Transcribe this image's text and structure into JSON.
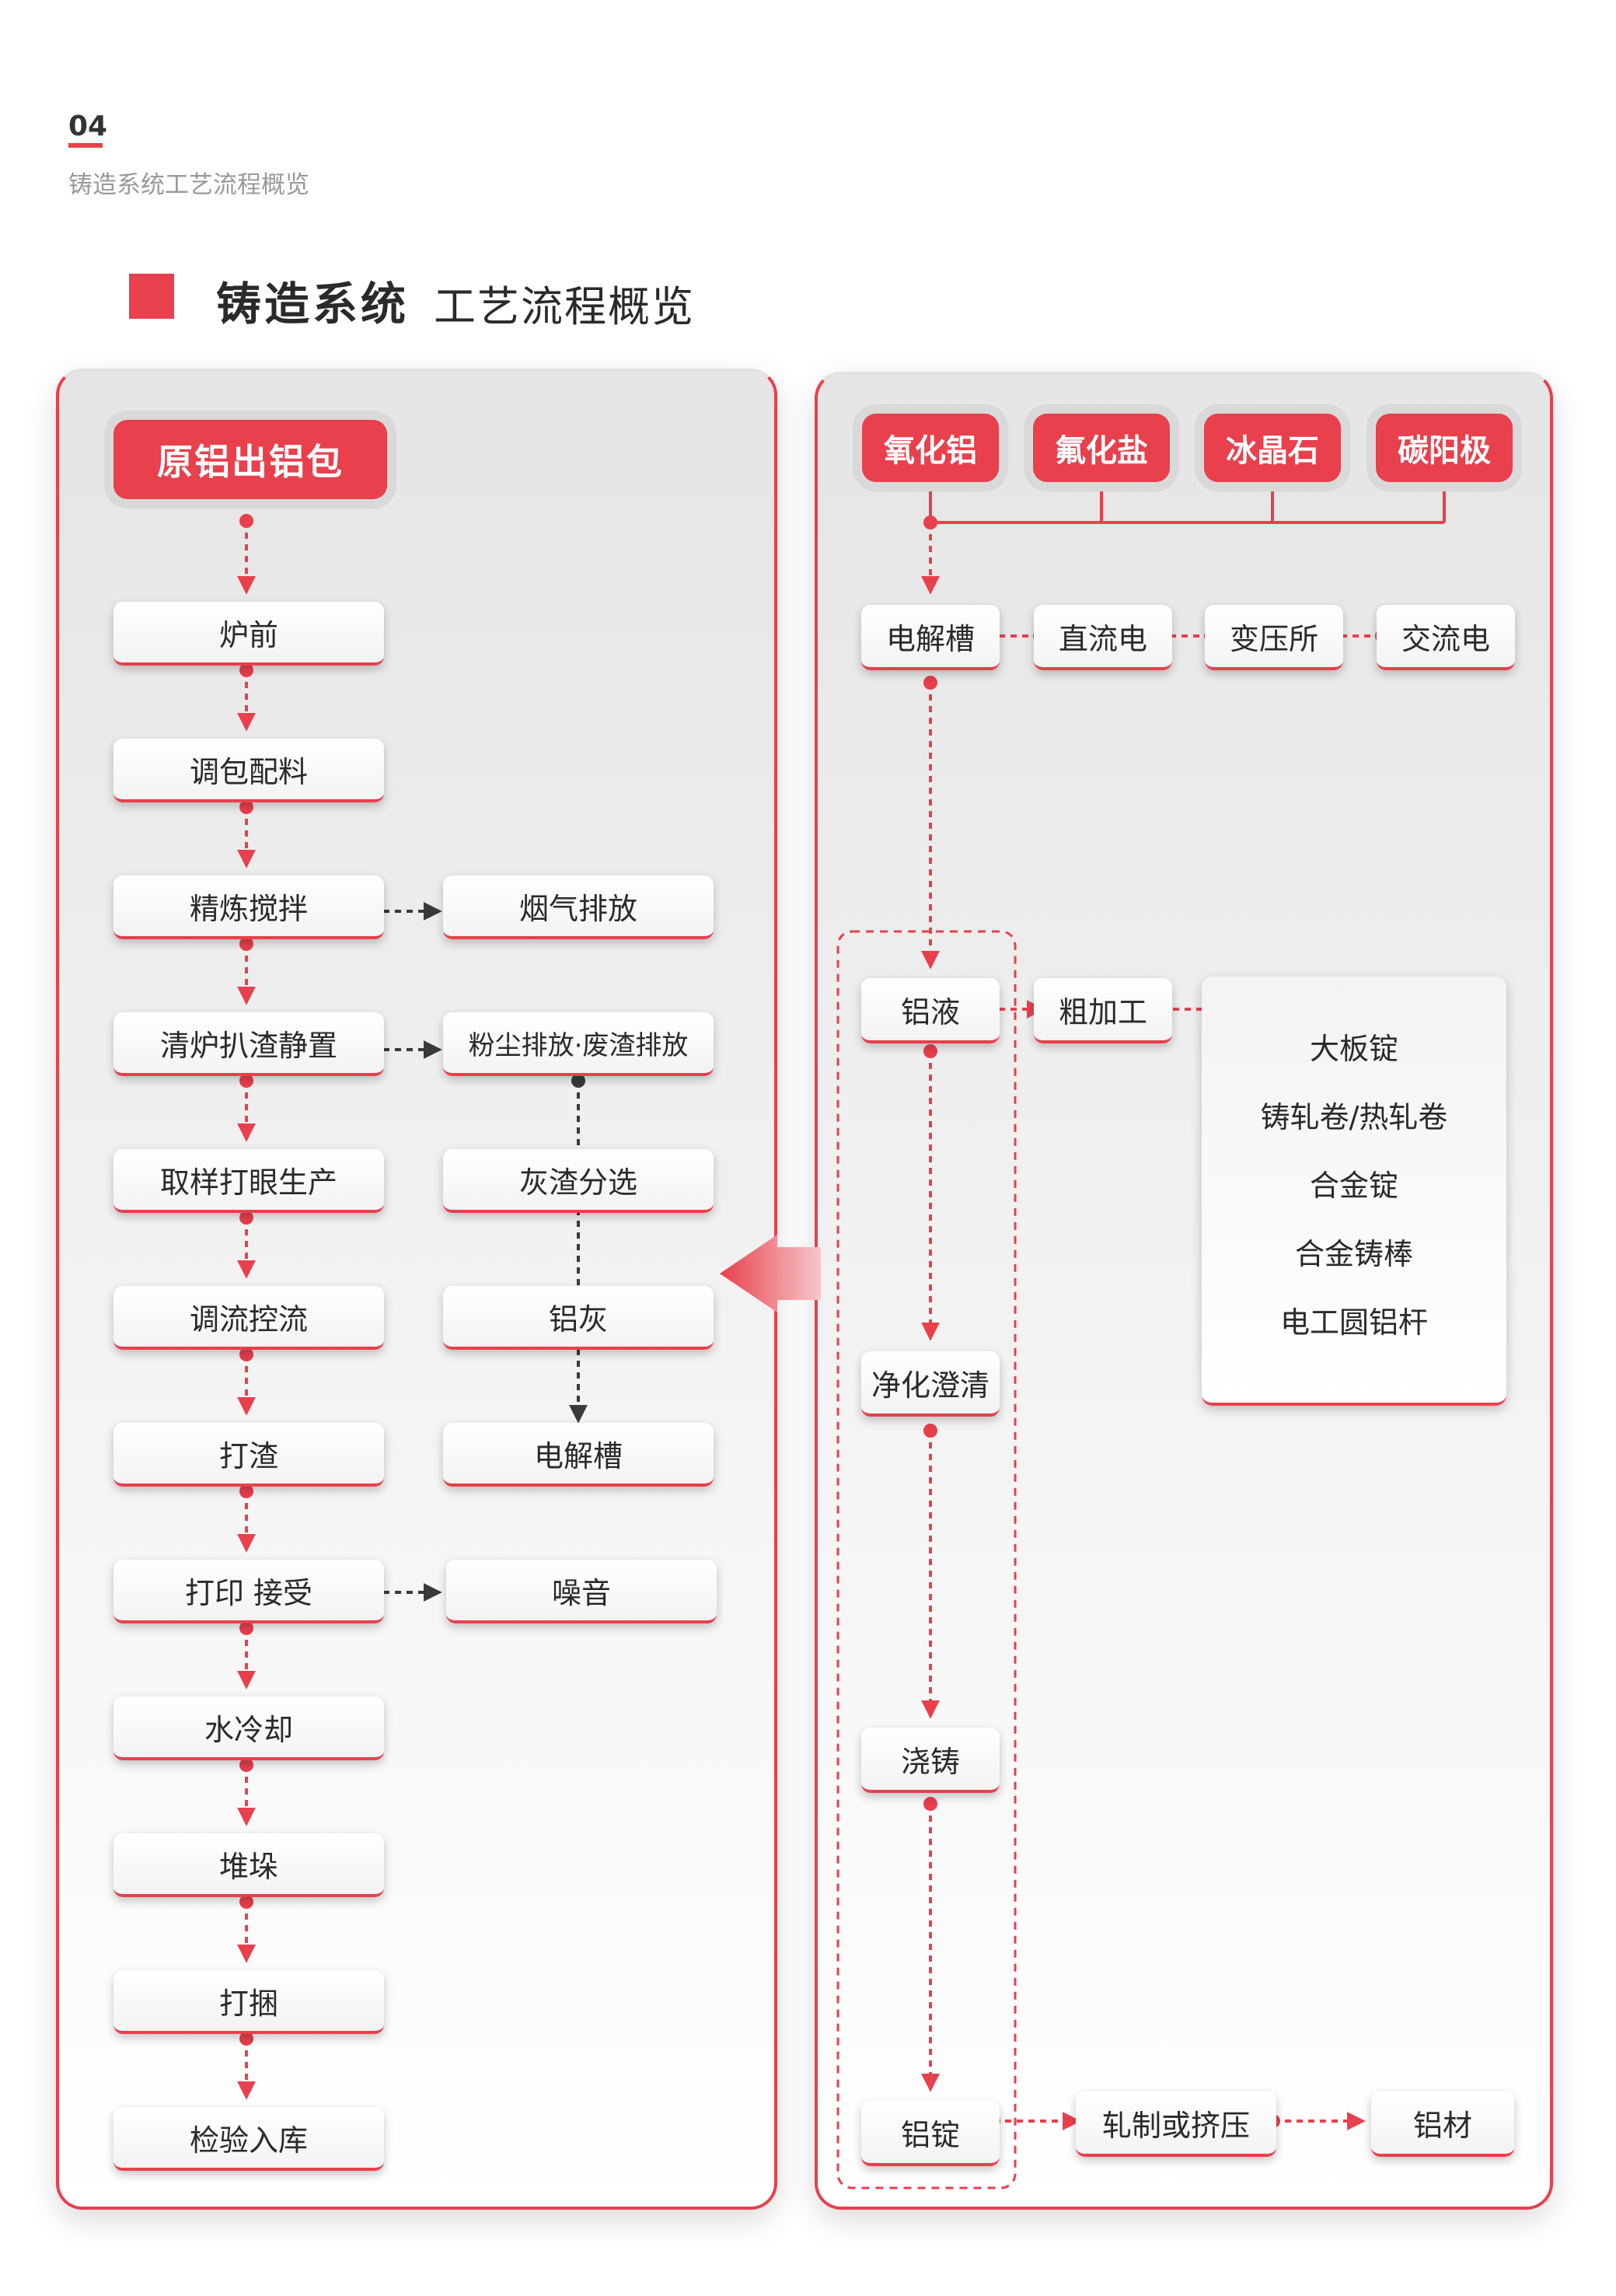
{
  "header": {
    "page_number": "04",
    "subtitle": "铸造系统工艺流程概览"
  },
  "title": {
    "main": "铸造系统",
    "sub": "工艺流程概览"
  },
  "left_flow": {
    "start": "原铝出铝包",
    "steps": [
      "炉前",
      "调包配料",
      "精炼搅拌",
      "清炉扒渣静置",
      "取样打眼生产",
      "调流控流",
      "打渣",
      "打印 接受",
      "水冷却",
      "堆垛",
      "打捆",
      "检验入库"
    ],
    "side": [
      "烟气排放",
      "粉尘排放·废渣排放",
      "灰渣分选",
      "铝灰",
      "电解槽",
      "噪音"
    ]
  },
  "right_flow": {
    "inputs": [
      "氧化铝",
      "氟化盐",
      "冰晶石",
      "碳阳极"
    ],
    "power": [
      "电解槽",
      "直流电",
      "变压所",
      "交流电"
    ],
    "main": [
      "铝液",
      "净化澄清",
      "浇铸",
      "铝锭"
    ],
    "rough": "粗加工",
    "products": [
      "大板锭",
      "铸轧卷/热轧卷",
      "合金锭",
      "合金铸棒",
      "电工圆铝杆"
    ],
    "rolling": "轧制或挤压",
    "final": "铝材"
  },
  "colors": {
    "accent": "#e8404c",
    "dark_connector": "#3a3a3a",
    "panel_bg": "#ececec"
  }
}
